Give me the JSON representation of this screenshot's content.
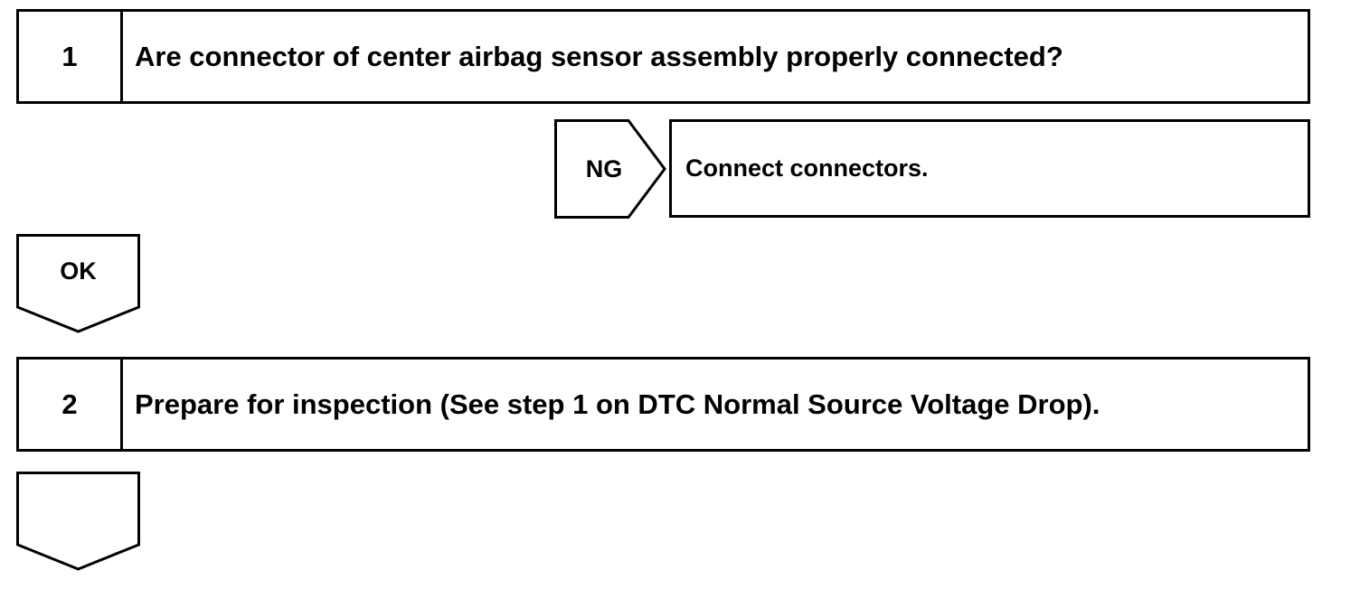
{
  "steps": [
    {
      "number": "1",
      "text": "Are connector of center airbag sensor assembly properly connected?"
    },
    {
      "number": "2",
      "text": "Prepare for inspection (See step 1 on DTC Normal Source Voltage Drop)."
    }
  ],
  "ng_branch": {
    "label": "NG",
    "action": "Connect connectors."
  },
  "ok_branch": {
    "label": "OK"
  }
}
